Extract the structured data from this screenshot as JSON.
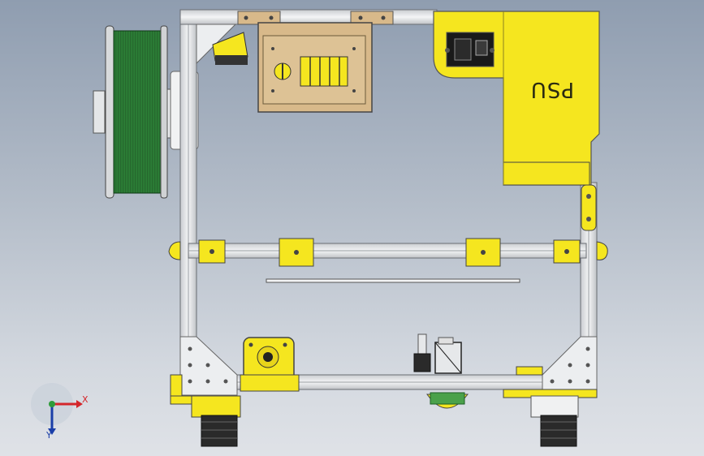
{
  "scene": {
    "part_label": "PSU",
    "triad": {
      "x_label": "X",
      "y_label": "Y"
    }
  },
  "colors": {
    "frame_aluminum": "#e6e8ea",
    "printed_parts": "#f5e61f",
    "filament": "#2e8a36",
    "controller_plate": "#d8b98a",
    "motor_body": "#2a2a2a"
  }
}
